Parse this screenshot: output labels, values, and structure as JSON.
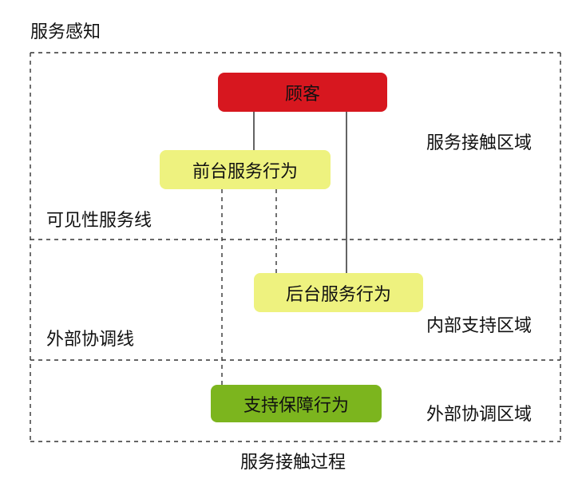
{
  "title": "服务感知",
  "footer": "服务接触过程",
  "lines": {
    "visible": "可见性服务线",
    "external": "外部协调线"
  },
  "zones": {
    "contact": "服务接触区域",
    "internal": "内部支持区域",
    "external": "外部协调区域"
  },
  "nodes": {
    "customer": "顾客",
    "front": "前台服务行为",
    "back": "后台服务行为",
    "support": "支持保障行为"
  },
  "colors": {
    "customer": "#d7171f",
    "front": "#eef27f",
    "back": "#eef27f",
    "support": "#7cb51e"
  }
}
